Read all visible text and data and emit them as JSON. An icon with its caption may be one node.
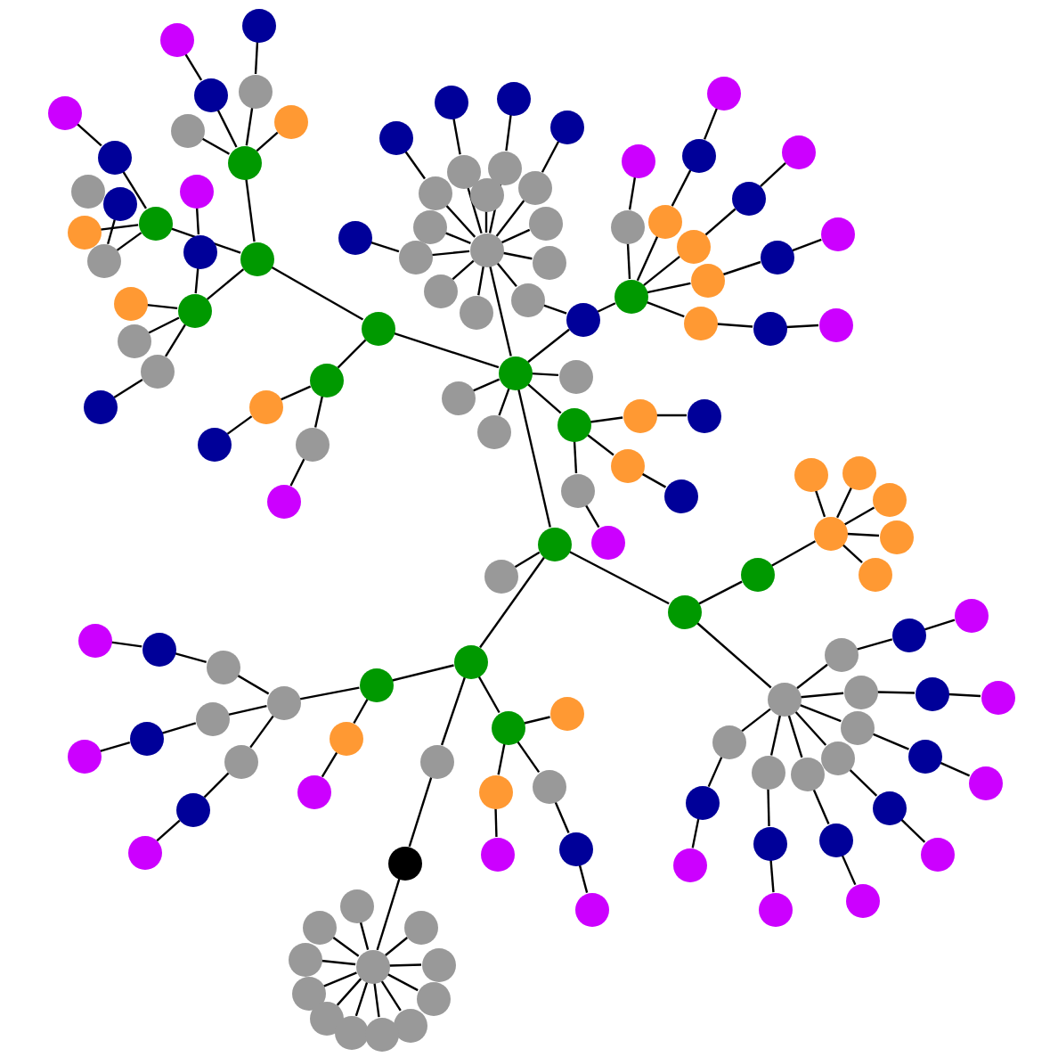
{
  "diagram": {
    "nodes": [
      {
        "text": [],
        "shape": "circle"
      },
      {
        "text": [],
        "shape": "circle"
      },
      {
        "text": [],
        "shape": "circle"
      },
      {
        "text": [],
        "shape": "circle"
      },
      {
        "text": [],
        "shape": "circle"
      },
      {
        "text": [],
        "shape": "circle"
      },
      {
        "text": [],
        "shape": "circle"
      },
      {
        "text": [],
        "shape": "circle"
      },
      {
        "text": [],
        "shape": "circle"
      },
      {
        "text": [],
        "shape": "circle"
      },
      {
        "text": [],
        "shape": "circle"
      },
      {
        "text": [],
        "shape": "circle"
      },
      {
        "text": [],
        "shape": "circle"
      },
      {
        "text": [],
        "shape": "circle"
      },
      {
        "text": [],
        "shape": "circle"
      },
      {
        "text": [],
        "shape": "circle"
      },
      {
        "text": [],
        "shape": "circle"
      },
      {
        "text": [],
        "shape": "circle"
      },
      {
        "text": [],
        "shape": "circle"
      },
      {
        "text": [],
        "shape": "circle"
      },
      {
        "text": [],
        "shape": "circle"
      },
      {
        "text": [],
        "shape": "circle"
      },
      {
        "text": [],
        "shape": "circle"
      },
      {
        "text": [],
        "shape": "circle"
      },
      {
        "text": [],
        "shape": "circle"
      },
      {
        "text": [],
        "shape": "circle"
      },
      {
        "text": [],
        "shape": "circle"
      },
      {
        "text": [],
        "shape": "circle"
      },
      {
        "text": [],
        "shape": "circle"
      },
      {
        "text": [],
        "shape": "circle"
      },
      {
        "text": [],
        "shape": "circle"
      },
      {
        "text": [],
        "shape": "circle"
      },
      {
        "text": [],
        "shape": "circle"
      },
      {
        "text": [],
        "shape": "circle"
      },
      {
        "text": [],
        "shape": "circle"
      },
      {
        "text": [],
        "shape": "circle"
      },
      {
        "text": [],
        "shape": "circle"
      },
      {
        "text": [],
        "shape": "circle"
      },
      {
        "text": [],
        "shape": "circle"
      },
      {
        "text": [],
        "shape": "circle"
      },
      {
        "text": [],
        "shape": "circle"
      },
      {
        "text": [],
        "shape": "circle"
      },
      {
        "text": [],
        "shape": "circle"
      },
      {
        "text": [],
        "shape": "circle"
      },
      {
        "text": [],
        "shape": "circle"
      },
      {
        "text": [],
        "shape": "circle"
      },
      {
        "text": [],
        "shape": "circle"
      },
      {
        "text": [],
        "shape": "circle"
      },
      {
        "text": [],
        "shape": "circle"
      },
      {
        "text": [],
        "shape": "circle"
      },
      {
        "text": [],
        "shape": "circle"
      },
      {
        "text": [],
        "shape": "circle"
      },
      {
        "text": [],
        "shape": "circle"
      },
      {
        "text": [],
        "shape": "circle"
      },
      {
        "text": [],
        "shape": "circle"
      },
      {
        "text": [],
        "shape": "circle"
      },
      {
        "text": [],
        "shape": "circle"
      },
      {
        "text": [],
        "shape": "circle"
      },
      {
        "text": [],
        "shape": "circle"
      },
      {
        "text": [],
        "shape": "circle"
      },
      {
        "text": [],
        "shape": "circle"
      },
      {
        "text": [],
        "shape": "circle"
      },
      {
        "text": [],
        "shape": "circle"
      },
      {
        "text": [],
        "shape": "circle"
      },
      {
        "text": [],
        "shape": "circle"
      },
      {
        "text": [],
        "shape": "circle"
      },
      {
        "text": [],
        "shape": "circle"
      },
      {
        "text": [],
        "shape": "circle"
      },
      {
        "text": [],
        "shape": "circle"
      },
      {
        "text": [],
        "shape": "circle"
      },
      {
        "text": [],
        "shape": "circle"
      },
      {
        "text": [],
        "shape": "circle"
      },
      {
        "text": [],
        "shape": "circle"
      },
      {
        "text": [],
        "shape": "circle"
      },
      {
        "text": [],
        "shape": "circle"
      },
      {
        "text": [],
        "shape": "circle"
      },
      {
        "text": [],
        "shape": "circle"
      },
      {
        "text": [],
        "shape": "circle"
      },
      {
        "text": [],
        "shape": "circle"
      },
      {
        "text": [],
        "shape": "circle"
      },
      {
        "text": [],
        "shape": "circle"
      },
      {
        "text": [],
        "shape": "circle"
      },
      {
        "text": [],
        "shape": "circle"
      },
      {
        "text": [],
        "shape": "circle"
      },
      {
        "text": [],
        "shape": "circle"
      },
      {
        "text": [],
        "shape": "circle"
      },
      {
        "text": [],
        "shape": "circle"
      },
      {
        "text": [],
        "shape": "circle"
      },
      {
        "text": [],
        "shape": "circle"
      },
      {
        "text": [],
        "shape": "circle"
      },
      {
        "text": [],
        "shape": "circle"
      },
      {
        "text": [],
        "shape": "circle"
      },
      {
        "text": [],
        "shape": "circle"
      },
      {
        "text": [],
        "shape": "circle"
      },
      {
        "text": [],
        "shape": "circle"
      },
      {
        "text": [],
        "shape": "circle"
      },
      {
        "text": [],
        "shape": "circle"
      },
      {
        "text": [],
        "shape": "circle"
      },
      {
        "text": [],
        "shape": "circle"
      },
      {
        "text": [],
        "shape": "circle"
      },
      {
        "text": [],
        "shape": "circle"
      },
      {
        "text": [],
        "shape": "circle"
      },
      {
        "text": [],
        "shape": "circle"
      },
      {
        "text": [],
        "shape": "circle"
      },
      {
        "text": [],
        "shape": "circle"
      },
      {
        "text": [],
        "shape": "circle"
      },
      {
        "text": [],
        "shape": "circle"
      },
      {
        "text": [],
        "shape": "circle"
      },
      {
        "text": [],
        "shape": "circle"
      },
      {
        "text": [],
        "shape": "circle"
      },
      {
        "text": [],
        "shape": "circle"
      },
      {
        "text": [],
        "shape": "circle"
      },
      {
        "text": [],
        "shape": "circle"
      },
      {
        "text": [],
        "shape": "circle"
      },
      {
        "text": [],
        "shape": "circle"
      },
      {
        "text": [],
        "shape": "circle"
      },
      {
        "text": [],
        "shape": "circle"
      },
      {
        "text": [],
        "shape": "circle"
      },
      {
        "text": [],
        "shape": "circle"
      },
      {
        "text": [],
        "shape": "circle"
      },
      {
        "text": [],
        "shape": "circle"
      },
      {
        "text": [],
        "shape": "circle"
      },
      {
        "text": [],
        "shape": "circle"
      },
      {
        "text": [],
        "shape": "circle"
      },
      {
        "text": [],
        "shape": "circle"
      },
      {
        "text": [],
        "shape": "circle"
      },
      {
        "text": [],
        "shape": "circle"
      },
      {
        "text": [],
        "shape": "circle"
      },
      {
        "text": [],
        "shape": "circle"
      },
      {
        "text": [],
        "shape": "circle"
      },
      {
        "text": [],
        "shape": "circle"
      },
      {
        "text": [],
        "shape": "circle"
      },
      {
        "text": [],
        "shape": "circle"
      },
      {
        "text": [],
        "shape": "circle"
      },
      {
        "text": [],
        "shape": "circle"
      },
      {
        "text": [],
        "shape": "circle"
      },
      {
        "text": [],
        "shape": "circle"
      },
      {
        "text": [],
        "shape": "circle"
      },
      {
        "text": [],
        "shape": "circle"
      },
      {
        "text": [],
        "shape": "circle"
      }
    ],
    "edges": [
      {
        "from": 0,
        "to": 1,
        "arrow": "none"
      },
      {
        "from": 1,
        "to": 2,
        "arrow": "none"
      },
      {
        "from": 1,
        "to": 6,
        "arrow": "none"
      },
      {
        "from": 2,
        "to": 3,
        "arrow": "none"
      },
      {
        "from": 2,
        "to": 4,
        "arrow": "none"
      },
      {
        "from": 2,
        "to": 5,
        "arrow": "none"
      },
      {
        "from": 5,
        "to": 7,
        "arrow": "none"
      },
      {
        "from": 7,
        "to": 8,
        "arrow": "none"
      },
      {
        "from": 3,
        "to": 9,
        "arrow": "none"
      },
      {
        "from": 9,
        "to": 10,
        "arrow": "none"
      },
      {
        "from": 3,
        "to": 11,
        "arrow": "none"
      },
      {
        "from": 11,
        "to": 12,
        "arrow": "none"
      },
      {
        "from": 3,
        "to": 13,
        "arrow": "none"
      },
      {
        "from": 3,
        "to": 14,
        "arrow": "none"
      },
      {
        "from": 4,
        "to": 15,
        "arrow": "none"
      },
      {
        "from": 15,
        "to": 16,
        "arrow": "none"
      },
      {
        "from": 4,
        "to": 19,
        "arrow": "none"
      },
      {
        "from": 4,
        "to": 20,
        "arrow": "none"
      },
      {
        "from": 18,
        "to": 20,
        "arrow": "none"
      },
      {
        "from": 5,
        "to": 21,
        "arrow": "none"
      },
      {
        "from": 5,
        "to": 22,
        "arrow": "none"
      },
      {
        "from": 5,
        "to": 23,
        "arrow": "none"
      },
      {
        "from": 23,
        "to": 24,
        "arrow": "none"
      },
      {
        "from": 6,
        "to": 25,
        "arrow": "none"
      },
      {
        "from": 25,
        "to": 26,
        "arrow": "none"
      },
      {
        "from": 6,
        "to": 27,
        "arrow": "none"
      },
      {
        "from": 27,
        "to": 28,
        "arrow": "none"
      },
      {
        "from": 29,
        "to": 0,
        "arrow": "none"
      },
      {
        "from": 29,
        "to": 30,
        "arrow": "none"
      },
      {
        "from": 30,
        "to": 31,
        "arrow": "none"
      },
      {
        "from": 29,
        "to": 32,
        "arrow": "none"
      },
      {
        "from": 32,
        "to": 33,
        "arrow": "none"
      },
      {
        "from": 29,
        "to": 34,
        "arrow": "none"
      },
      {
        "from": 34,
        "to": 35,
        "arrow": "none"
      },
      {
        "from": 29,
        "to": 36,
        "arrow": "none"
      },
      {
        "from": 29,
        "to": 37,
        "arrow": "none"
      },
      {
        "from": 29,
        "to": 38,
        "arrow": "none"
      },
      {
        "from": 38,
        "to": 39,
        "arrow": "none"
      },
      {
        "from": 29,
        "to": 40,
        "arrow": "none"
      },
      {
        "from": 29,
        "to": 41,
        "arrow": "none"
      },
      {
        "from": 29,
        "to": 42,
        "arrow": "none"
      },
      {
        "from": 29,
        "to": 43,
        "arrow": "none"
      },
      {
        "from": 43,
        "to": 44,
        "arrow": "none"
      },
      {
        "from": 29,
        "to": 45,
        "arrow": "none"
      },
      {
        "from": 29,
        "to": 46,
        "arrow": "none"
      },
      {
        "from": 42,
        "to": 47,
        "arrow": "none"
      },
      {
        "from": 0,
        "to": 47,
        "arrow": "none"
      },
      {
        "from": 47,
        "to": 48,
        "arrow": "none"
      },
      {
        "from": 48,
        "to": 49,
        "arrow": "none"
      },
      {
        "from": 49,
        "to": 50,
        "arrow": "none"
      },
      {
        "from": 48,
        "to": 51,
        "arrow": "none"
      },
      {
        "from": 51,
        "to": 52,
        "arrow": "none"
      },
      {
        "from": 52,
        "to": 53,
        "arrow": "none"
      },
      {
        "from": 48,
        "to": 54,
        "arrow": "none"
      },
      {
        "from": 54,
        "to": 55,
        "arrow": "none"
      },
      {
        "from": 55,
        "to": 56,
        "arrow": "none"
      },
      {
        "from": 48,
        "to": 57,
        "arrow": "none"
      },
      {
        "from": 57,
        "to": 58,
        "arrow": "none"
      },
      {
        "from": 58,
        "to": 59,
        "arrow": "none"
      },
      {
        "from": 48,
        "to": 60,
        "arrow": "none"
      },
      {
        "from": 60,
        "to": 61,
        "arrow": "none"
      },
      {
        "from": 61,
        "to": 62,
        "arrow": "none"
      },
      {
        "from": 0,
        "to": 63,
        "arrow": "none"
      },
      {
        "from": 0,
        "to": 64,
        "arrow": "none"
      },
      {
        "from": 0,
        "to": 65,
        "arrow": "none"
      },
      {
        "from": 0,
        "to": 66,
        "arrow": "none"
      },
      {
        "from": 66,
        "to": 67,
        "arrow": "none"
      },
      {
        "from": 67,
        "to": 68,
        "arrow": "none"
      },
      {
        "from": 66,
        "to": 69,
        "arrow": "none"
      },
      {
        "from": 69,
        "to": 70,
        "arrow": "none"
      },
      {
        "from": 66,
        "to": 71,
        "arrow": "none"
      },
      {
        "from": 71,
        "to": 72,
        "arrow": "none"
      },
      {
        "from": 0,
        "to": 73,
        "arrow": "none"
      },
      {
        "from": 73,
        "to": 74,
        "arrow": "none"
      },
      {
        "from": 73,
        "to": 75,
        "arrow": "none"
      },
      {
        "from": 75,
        "to": 76,
        "arrow": "none"
      },
      {
        "from": 76,
        "to": 77,
        "arrow": "none"
      },
      {
        "from": 77,
        "to": 78,
        "arrow": "none"
      },
      {
        "from": 77,
        "to": 79,
        "arrow": "none"
      },
      {
        "from": 77,
        "to": 80,
        "arrow": "none"
      },
      {
        "from": 77,
        "to": 81,
        "arrow": "none"
      },
      {
        "from": 77,
        "to": 82,
        "arrow": "none"
      },
      {
        "from": 75,
        "to": 83,
        "arrow": "none"
      },
      {
        "from": 83,
        "to": 84,
        "arrow": "none"
      },
      {
        "from": 84,
        "to": 85,
        "arrow": "none"
      },
      {
        "from": 85,
        "to": 86,
        "arrow": "none"
      },
      {
        "from": 83,
        "to": 87,
        "arrow": "none"
      },
      {
        "from": 87,
        "to": 88,
        "arrow": "none"
      },
      {
        "from": 88,
        "to": 89,
        "arrow": "none"
      },
      {
        "from": 83,
        "to": 90,
        "arrow": "none"
      },
      {
        "from": 90,
        "to": 91,
        "arrow": "none"
      },
      {
        "from": 91,
        "to": 92,
        "arrow": "none"
      },
      {
        "from": 83,
        "to": 93,
        "arrow": "none"
      },
      {
        "from": 93,
        "to": 94,
        "arrow": "none"
      },
      {
        "from": 94,
        "to": 95,
        "arrow": "none"
      },
      {
        "from": 83,
        "to": 96,
        "arrow": "none"
      },
      {
        "from": 96,
        "to": 97,
        "arrow": "none"
      },
      {
        "from": 97,
        "to": 98,
        "arrow": "none"
      },
      {
        "from": 83,
        "to": 99,
        "arrow": "none"
      },
      {
        "from": 99,
        "to": 100,
        "arrow": "none"
      },
      {
        "from": 100,
        "to": 101,
        "arrow": "none"
      },
      {
        "from": 83,
        "to": 102,
        "arrow": "none"
      },
      {
        "from": 102,
        "to": 103,
        "arrow": "none"
      },
      {
        "from": 103,
        "to": 104,
        "arrow": "none"
      },
      {
        "from": 73,
        "to": 105,
        "arrow": "none"
      },
      {
        "from": 105,
        "to": 106,
        "arrow": "none"
      },
      {
        "from": 106,
        "to": 107,
        "arrow": "none"
      },
      {
        "from": 107,
        "to": 108,
        "arrow": "none"
      },
      {
        "from": 106,
        "to": 109,
        "arrow": "none"
      },
      {
        "from": 109,
        "to": 110,
        "arrow": "none"
      },
      {
        "from": 110,
        "to": 111,
        "arrow": "none"
      },
      {
        "from": 111,
        "to": 112,
        "arrow": "none"
      },
      {
        "from": 109,
        "to": 113,
        "arrow": "none"
      },
      {
        "from": 113,
        "to": 114,
        "arrow": "none"
      },
      {
        "from": 114,
        "to": 115,
        "arrow": "none"
      },
      {
        "from": 109,
        "to": 116,
        "arrow": "none"
      },
      {
        "from": 116,
        "to": 117,
        "arrow": "none"
      },
      {
        "from": 117,
        "to": 118,
        "arrow": "none"
      },
      {
        "from": 105,
        "to": 119,
        "arrow": "none"
      },
      {
        "from": 119,
        "to": 120,
        "arrow": "none"
      },
      {
        "from": 120,
        "to": 121,
        "arrow": "none"
      },
      {
        "from": 119,
        "to": 122,
        "arrow": "none"
      },
      {
        "from": 119,
        "to": 123,
        "arrow": "none"
      },
      {
        "from": 123,
        "to": 124,
        "arrow": "none"
      },
      {
        "from": 124,
        "to": 125,
        "arrow": "none"
      },
      {
        "from": 105,
        "to": 126,
        "arrow": "none"
      },
      {
        "from": 126,
        "to": 127,
        "arrow": "none"
      },
      {
        "from": 127,
        "to": 128,
        "arrow": "none"
      },
      {
        "from": 128,
        "to": 129,
        "arrow": "none"
      },
      {
        "from": 128,
        "to": 130,
        "arrow": "none"
      },
      {
        "from": 128,
        "to": 131,
        "arrow": "none"
      },
      {
        "from": 128,
        "to": 132,
        "arrow": "none"
      },
      {
        "from": 128,
        "to": 133,
        "arrow": "none"
      },
      {
        "from": 128,
        "to": 134,
        "arrow": "none"
      },
      {
        "from": 128,
        "to": 135,
        "arrow": "none"
      },
      {
        "from": 128,
        "to": 136,
        "arrow": "none"
      },
      {
        "from": 128,
        "to": 137,
        "arrow": "none"
      },
      {
        "from": 128,
        "to": 138,
        "arrow": "none"
      },
      {
        "from": 128,
        "to": 139,
        "arrow": "none"
      }
    ]
  }
}
